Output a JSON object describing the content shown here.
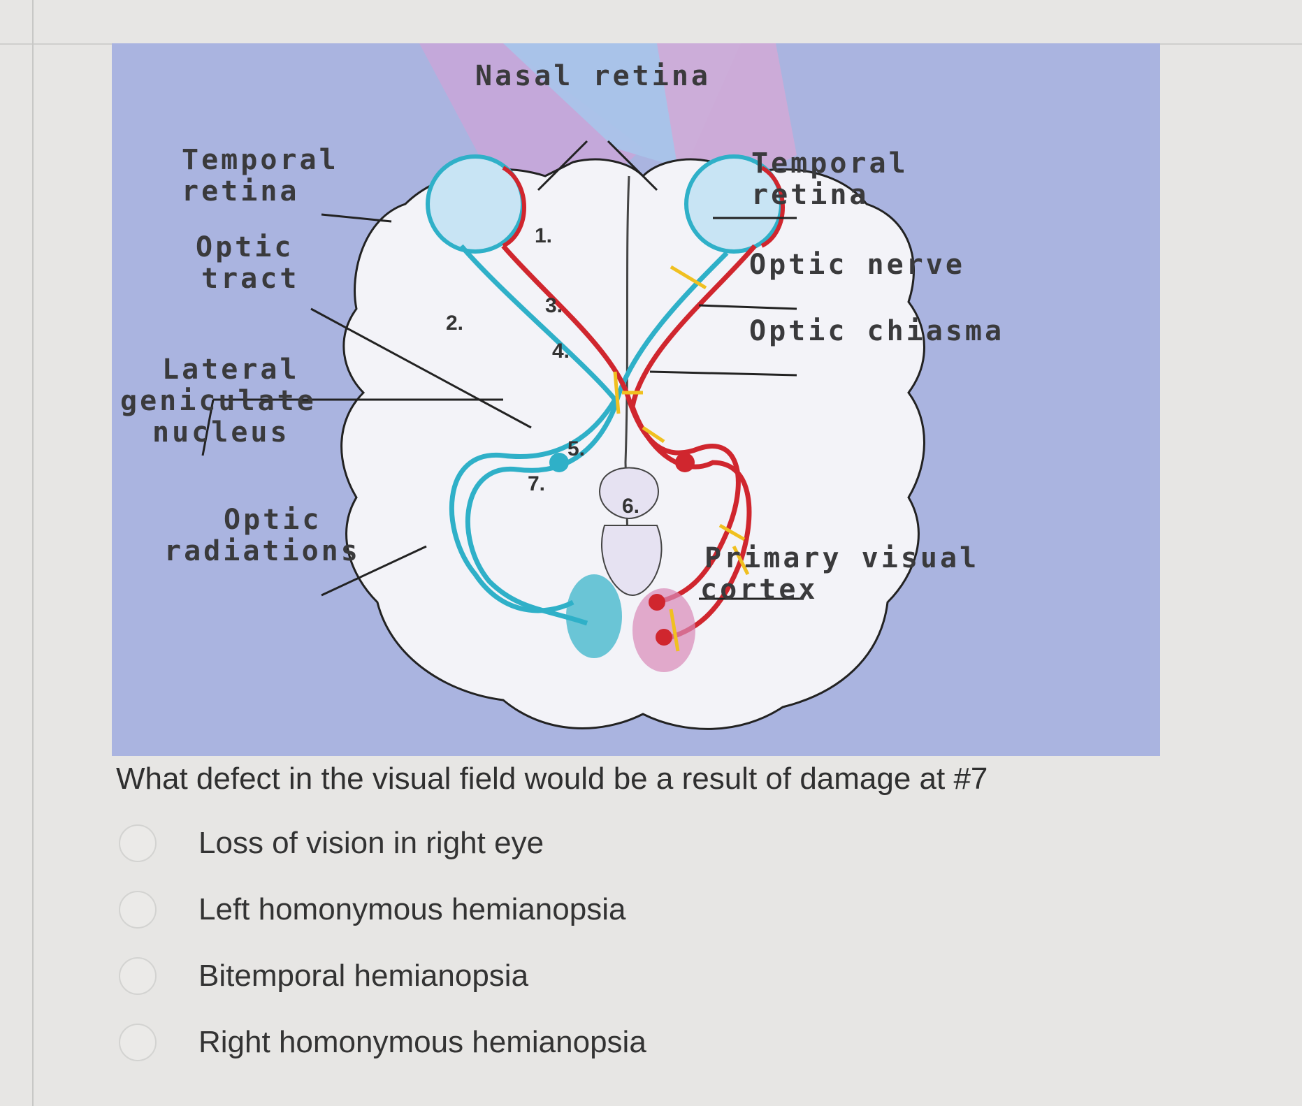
{
  "diagram": {
    "labels": {
      "nasal_retina": "Nasal retina",
      "temporal_retina_left_1": "Temporal",
      "temporal_retina_left_2": "retina",
      "optic_tract_1": "Optic",
      "optic_tract_2": "tract",
      "lgn_1": "Lateral",
      "lgn_2": "geniculate",
      "lgn_3": "nucleus",
      "optic_radiations_1": "Optic",
      "optic_radiations_2": "radiations",
      "temporal_retina_right_1": "Temporal",
      "temporal_retina_right_2": "retina",
      "optic_nerve": "Optic nerve",
      "optic_chiasma": "Optic chiasma",
      "primary_visual_cortex_1": "Primary visual",
      "primary_visual_cortex_2": "cortex"
    },
    "lesion_numbers": [
      "1.",
      "2.",
      "3.",
      "4.",
      "5.",
      "6.",
      "7."
    ],
    "colors": {
      "background": "#aab4e0",
      "brain": "#f2f2f7",
      "left_pathway": "#2fb0c8",
      "right_pathway": "#d0262e",
      "lesion_mark": "#f0c020"
    }
  },
  "question": {
    "text": "What defect in the visual field would be a result of damage at #7",
    "options": [
      "Loss of vision in right eye",
      "Left homonymous hemianopsia",
      "Bitemporal hemianopsia",
      "Right homonymous hemianopsia"
    ]
  }
}
